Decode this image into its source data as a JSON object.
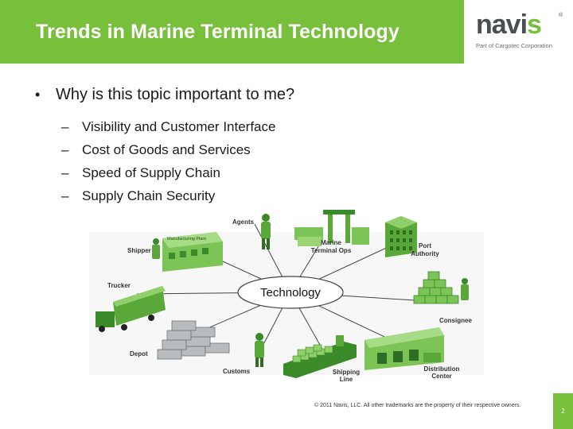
{
  "slide": {
    "title": "Trends in Marine Terminal Technology",
    "accent_color": "#78bf3c"
  },
  "logo": {
    "word_main": "navi",
    "word_accent": "s",
    "registered": "®",
    "tagline": "Part of Cargotec Corporation"
  },
  "bullets": {
    "main_marker": "•",
    "main": "Why is this topic important to me?",
    "sub_marker": "–",
    "sub": [
      "Visibility and Customer Interface",
      "Cost of Goods and Services",
      "Speed of Supply Chain",
      "Supply Chain Security"
    ]
  },
  "diagram": {
    "center": "Technology",
    "building_sign": "Manufacturing Plant",
    "nodes": {
      "agents": "Agents",
      "shipper": "Shipper",
      "marine_ops_1": "Marine",
      "marine_ops_2": "Terminal Ops",
      "port_1": "Port",
      "port_2": "Authority",
      "trucker": "Trucker",
      "consignee": "Consignee",
      "depot": "Depot",
      "customs": "Customs",
      "shipping_1": "Shipping",
      "shipping_2": "Line",
      "distribution_1": "Distribution",
      "distribution_2": "Center"
    }
  },
  "footer": {
    "copyright": "© 2011 Navis, LLC. All other trademarks are the property of their respective owners.",
    "page_number": "2"
  }
}
